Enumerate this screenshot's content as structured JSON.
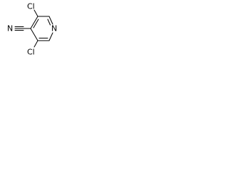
{
  "molecule": {
    "atoms": {
      "cl_top": "Cl",
      "cl_bottom": "Cl",
      "ring_n": "N",
      "nitrile_n": "N"
    }
  }
}
